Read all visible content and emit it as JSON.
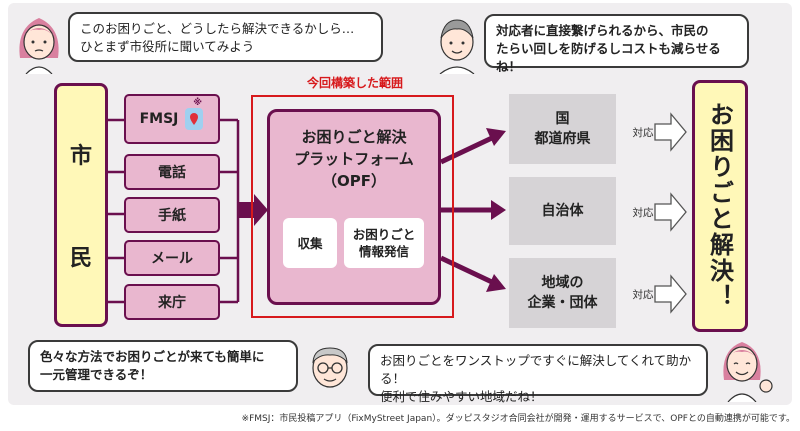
{
  "bubbles": {
    "top_left": "このお困りごと、どうしたら解決できるかしら…\nひとまず市役所に聞いてみよう",
    "top_right": "対応者に直接繋げられるから、市民の\nたらい回しを防げるしコストも減らせるね！",
    "bottom_left": "色々な方法でお困りごとが来ても簡単に\n一元管理できるぞ！",
    "bottom_right": "お困りごとをワンストップですぐに解決してくれて助かる！\n便利で住みやすい地域だね！"
  },
  "citizen": {
    "line1": "市",
    "line2": "民"
  },
  "channels": [
    {
      "label": "FMSJ",
      "mark": "※"
    },
    {
      "label": "電話"
    },
    {
      "label": "手紙"
    },
    {
      "label": "メール"
    },
    {
      "label": "来庁"
    }
  ],
  "frame_label": "今回構築した範囲",
  "opf": {
    "title_line1": "お困りごと解決",
    "title_line2": "プラットフォーム",
    "title_line3": "（OPF）",
    "sub_collect": "収集",
    "sub_info_line1": "お困りごと",
    "sub_info_line2": "情報発信"
  },
  "targets": [
    {
      "line1": "国",
      "line2": "都道府県"
    },
    {
      "line1": "自治体",
      "line2": ""
    },
    {
      "line1": "地域の",
      "line2": "企業・団体"
    }
  ],
  "response_label": "対応",
  "result": "お困りごと解決！",
  "footnote": "※FMSJ：市民投稿アプリ（FixMyStreet Japan）。ダッピスタジオ合同会社が開発・運用するサービスで、OPFとの自動連携が可能です。",
  "colors": {
    "accent": "#6a0f4e",
    "pink": "#e9b7cf",
    "yellow": "#fff8b8",
    "red": "#d7191c",
    "gray": "#d6d3d6"
  }
}
